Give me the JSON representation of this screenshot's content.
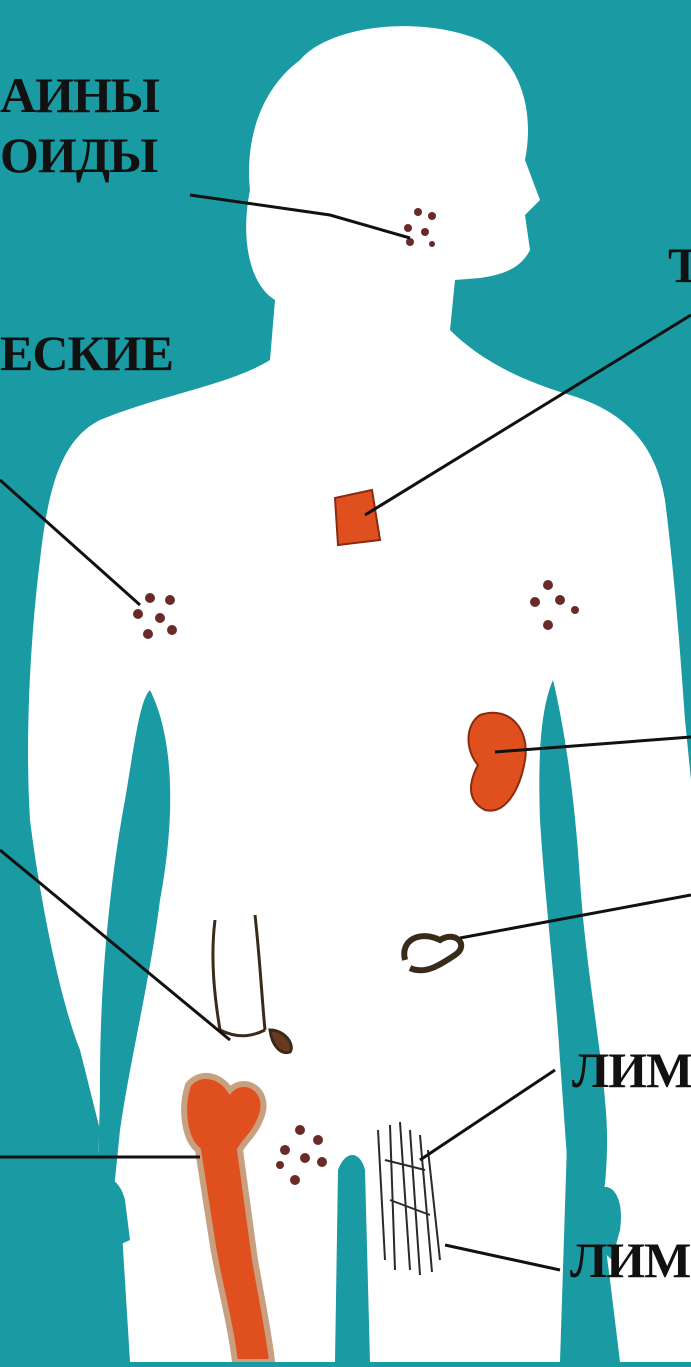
{
  "diagram": {
    "colors": {
      "background": "#1a9aa3",
      "body": "#ffffff",
      "organ": "#e0501e",
      "organ_outline": "#8a2a10",
      "line": "#111111",
      "dots": "#6a2a2a"
    },
    "labels": {
      "tonsils_line1": "АИНЫ",
      "tonsils_line2": "ОИДЫ",
      "lymph_nodes": "ЕСКИЕ",
      "thymus": "Т",
      "lymphatic_vessels": "ЛИМ",
      "lymph_nodes_lower": "ЛИМ"
    },
    "organs": [
      "thymus",
      "spleen",
      "bone-marrow",
      "appendix",
      "peyers-patches",
      "lymph-nodes",
      "lymphatic-vessels"
    ]
  }
}
